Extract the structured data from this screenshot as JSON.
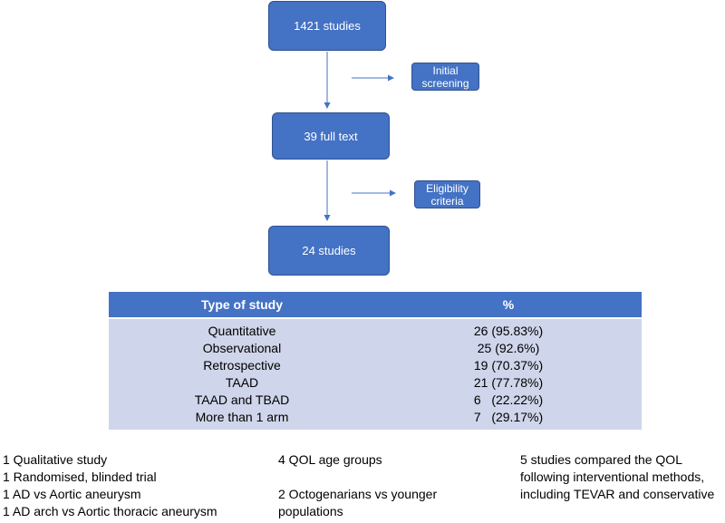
{
  "flow": {
    "studies_total": "1421 studies",
    "initial_screening": "Initial\nscreening",
    "full_text": "39 full text",
    "eligibility_criteria": "Eligibility\ncriteria",
    "studies_included": "24 studies"
  },
  "table": {
    "headers": [
      "Type of study",
      "%"
    ],
    "rows": [
      [
        "Quantitative",
        "26 (95.83%)"
      ],
      [
        "Observational",
        "25 (92.6%)"
      ],
      [
        "Retrospective",
        "19 (70.37%)"
      ],
      [
        "TAAD",
        "21 (77.78%)"
      ],
      [
        "TAAD and TBAD",
        "6   (22.22%)"
      ],
      [
        "More than 1 arm",
        "7   (29.17%)"
      ]
    ]
  },
  "notes": {
    "left": [
      "1 Qualitative  study",
      "1 Randomised, blinded trial",
      "1 AD vs Aortic aneurysm",
      "1 AD arch vs Aortic thoracic aneurysm"
    ],
    "middle": [
      "4 QOL age groups",
      "",
      "2 Octogenarians vs younger",
      "populations"
    ],
    "right": [
      "5 studies compared the QOL",
      "following interventional methods,",
      "including TEVAR and conservative"
    ]
  },
  "colors": {
    "box_fill": "#4472c4",
    "box_border": "#2f528f",
    "table_row": "#cfd5ea",
    "arrow": "#4472c4"
  }
}
